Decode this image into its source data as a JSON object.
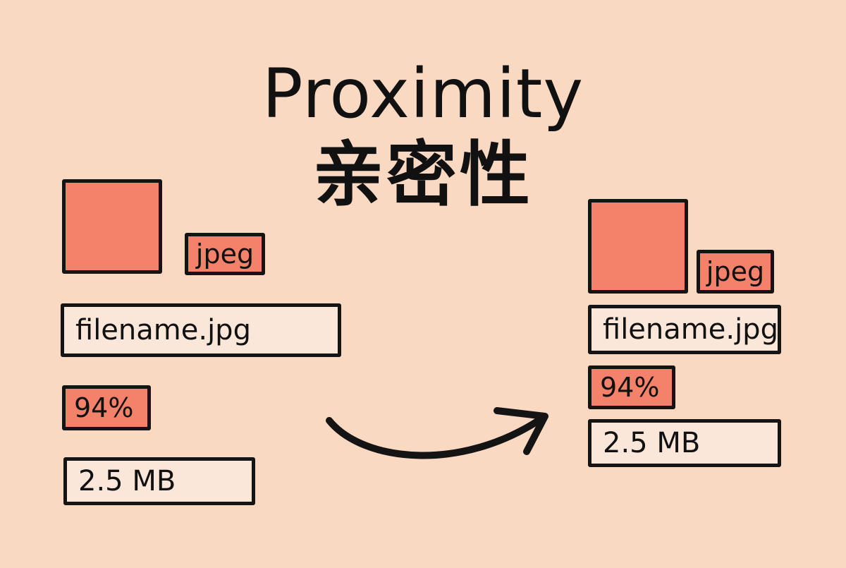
{
  "title": {
    "english": "Proximity",
    "chinese": "亲密性"
  },
  "colors": {
    "background": "#fad9c3",
    "accent": "#f4826a",
    "ink": "#141414",
    "field_fill": "#fbe7da"
  },
  "before": {
    "format_tag": "jpeg",
    "filename": "filename.jpg",
    "percent": "94%",
    "size": "2.5 MB"
  },
  "after": {
    "format_tag": "jpeg",
    "filename": "filename.jpg",
    "percent": "94%",
    "size": "2.5 MB"
  },
  "arrow_icon": "curved-arrow-right-icon"
}
